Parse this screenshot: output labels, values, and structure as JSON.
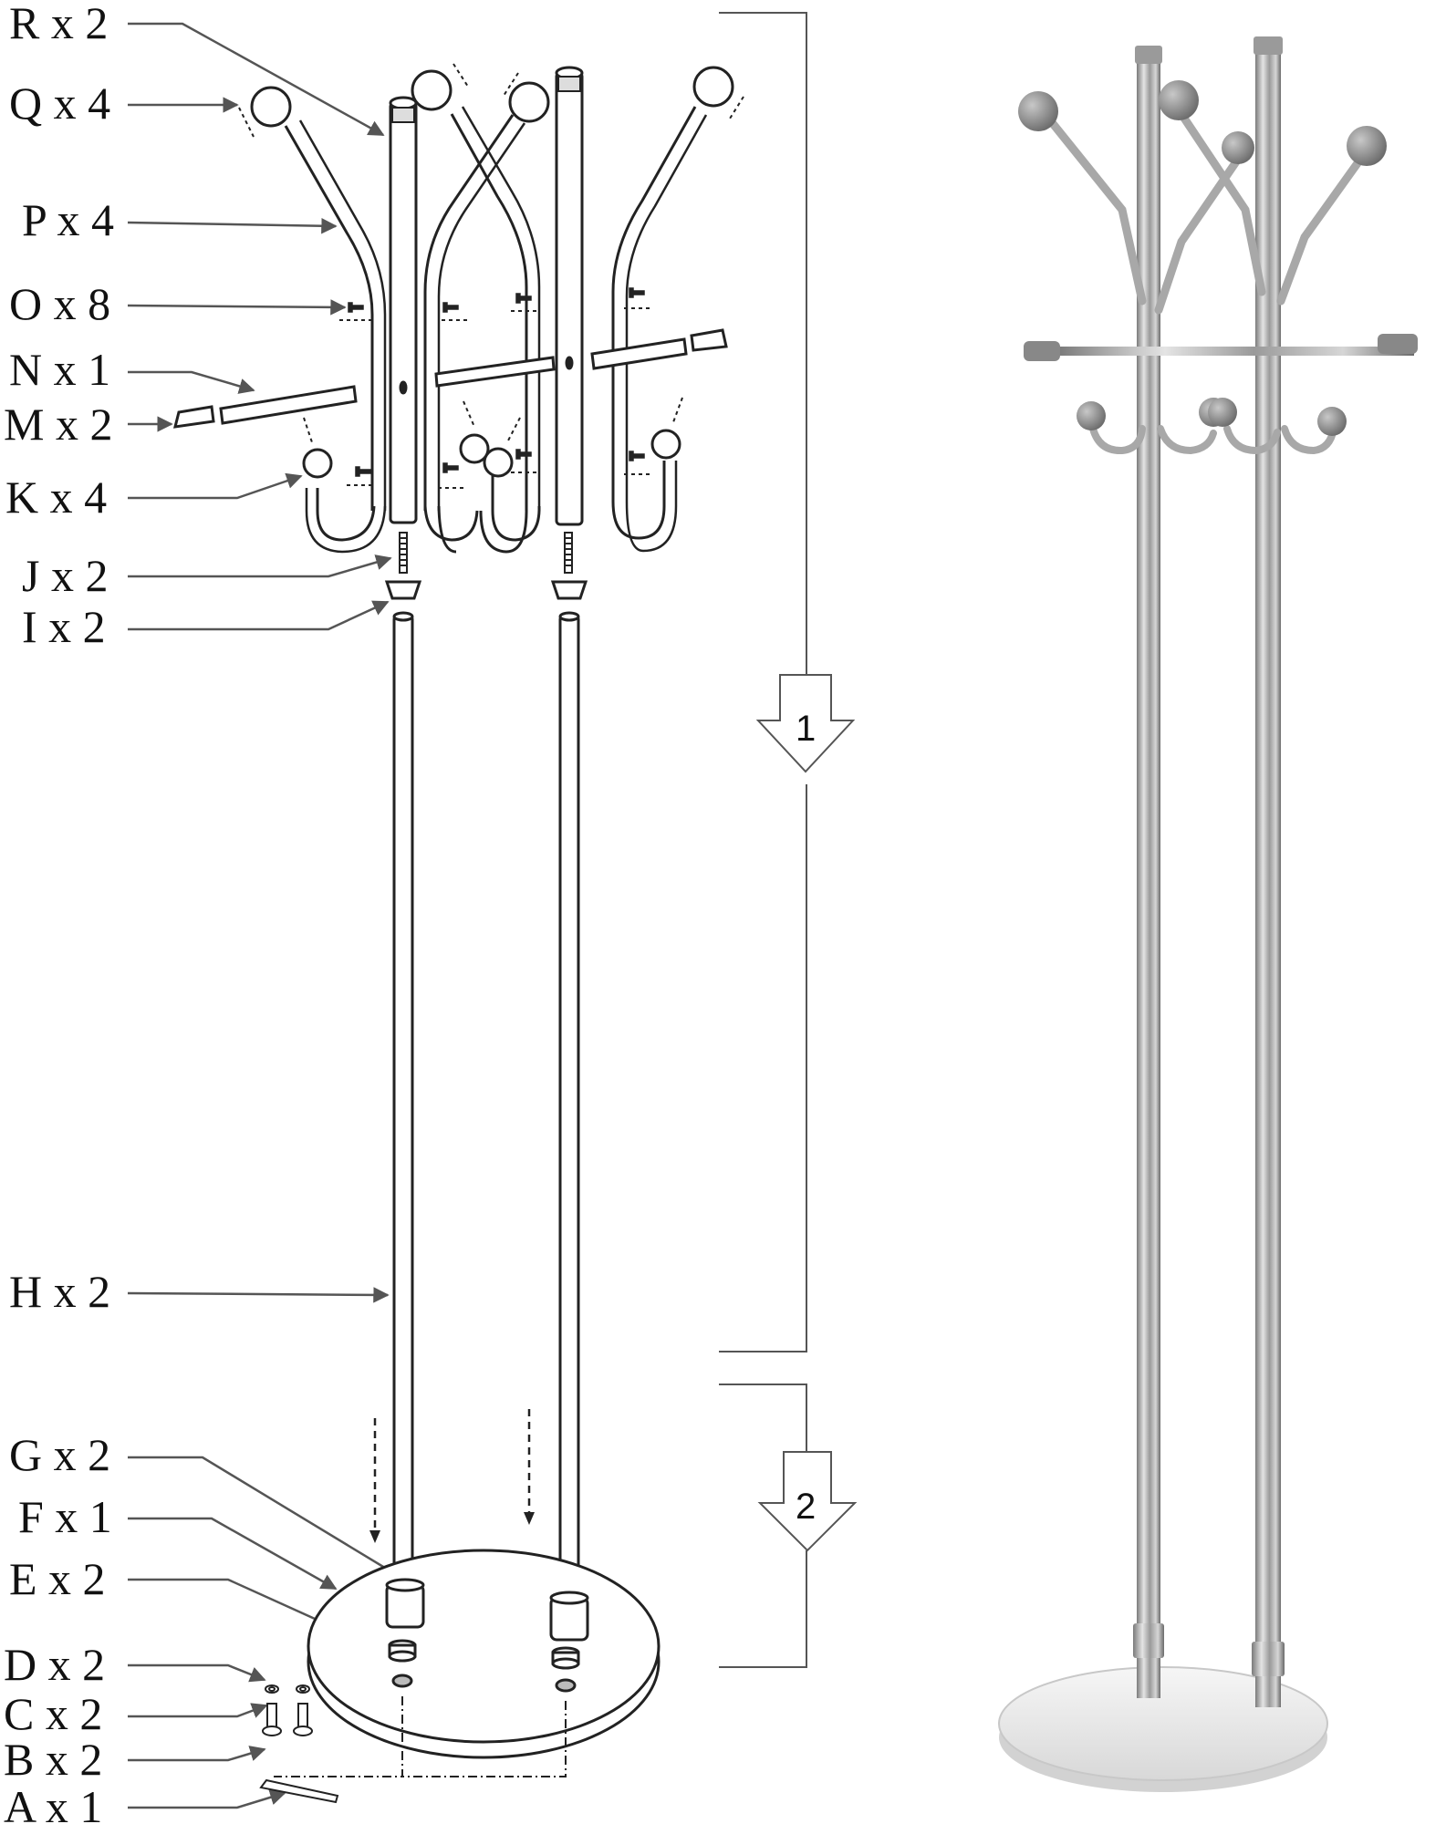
{
  "parts": [
    {
      "id": "R",
      "label": "R x 2"
    },
    {
      "id": "Q",
      "label": "Q x 4"
    },
    {
      "id": "P",
      "label": "P x 4"
    },
    {
      "id": "O",
      "label": "O x 8"
    },
    {
      "id": "N",
      "label": "N x 1"
    },
    {
      "id": "M",
      "label": "M x 2"
    },
    {
      "id": "K",
      "label": "K x 4"
    },
    {
      "id": "J",
      "label": "J x 2"
    },
    {
      "id": "I",
      "label": "I x 2"
    },
    {
      "id": "H",
      "label": "H x 2"
    },
    {
      "id": "G",
      "label": "G x 2"
    },
    {
      "id": "F",
      "label": "F x 1"
    },
    {
      "id": "E",
      "label": "E x 2"
    },
    {
      "id": "D",
      "label": "D x 2"
    },
    {
      "id": "C",
      "label": "C x 2"
    },
    {
      "id": "B",
      "label": "B x 2"
    },
    {
      "id": "A",
      "label": "A x 1"
    }
  ],
  "steps": [
    {
      "number": "1"
    },
    {
      "number": "2"
    }
  ],
  "colors": {
    "line": "#222222",
    "chrome": "#bdbdbd",
    "chrome_dark": "#6f6f6f",
    "knob": "#8c8c8c",
    "base": "#ededed"
  }
}
